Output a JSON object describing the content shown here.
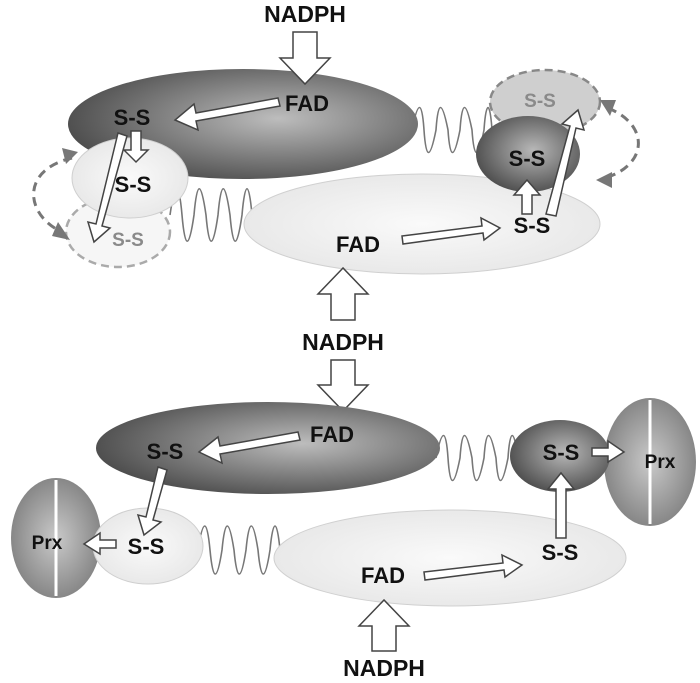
{
  "labels": {
    "nadph": "NADPH",
    "fad": "FAD",
    "disulfide": "S-S",
    "prx": "Prx"
  },
  "colors": {
    "dark_domain": "#5c5c5c",
    "light_domain": "#f2f2f2",
    "prx": "#8f8f8f",
    "spring": "#777777",
    "dashed_arrow": "#777777",
    "arrow_fill": "#ffffff",
    "arrow_stroke": "#444444"
  }
}
